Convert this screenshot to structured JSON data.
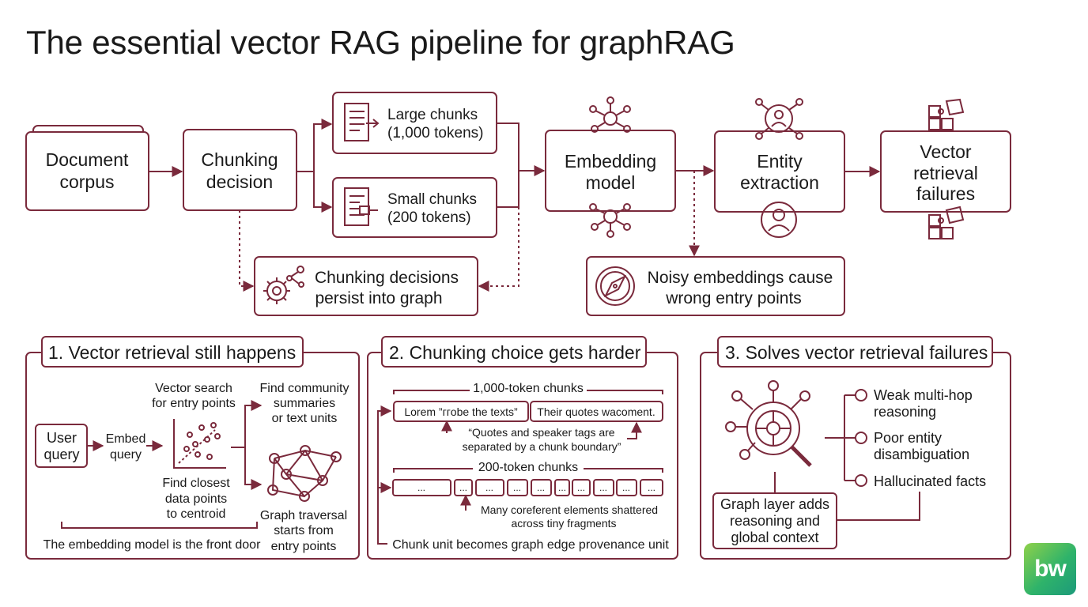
{
  "title": "The essential vector RAG pipeline for graphRAG",
  "colors": {
    "line": "#7a2a3c",
    "text": "#1a1a1a",
    "logo_start": "#8fd14a",
    "logo_end": "#1c9a7a"
  },
  "pipeline": {
    "document_corpus": [
      "Document",
      "corpus"
    ],
    "chunking_decision": [
      "Chunking",
      "decision"
    ],
    "large_chunks": [
      "Large chunks",
      "(1,000 tokens)"
    ],
    "small_chunks": [
      "Small chunks",
      "(200 tokens)"
    ],
    "embedding_model": [
      "Embedding",
      "model"
    ],
    "entity_extraction": [
      "Entity",
      "extraction"
    ],
    "vector_retrieval_failures": [
      "Vector",
      "retrieval",
      "failures"
    ],
    "chunking_persist": [
      "Chunking decisions",
      "persist into graph"
    ],
    "noisy_embeddings": [
      "Noisy embeddings cause",
      "wrong entry points"
    ]
  },
  "panel1": {
    "heading": "1. Vector retrieval still happens",
    "user_query": [
      "User",
      "query"
    ],
    "embed_query": [
      "Embed",
      "query"
    ],
    "vector_search": [
      "Vector search",
      "for entry points"
    ],
    "find_closest": [
      "Find closest",
      "data points",
      "to centroid"
    ],
    "find_community": [
      "Find community",
      "summaries",
      "or text units"
    ],
    "graph_traversal": [
      "Graph traversal",
      "starts from",
      "entry points"
    ],
    "footer": "The embedding model is the front door"
  },
  "panel2": {
    "heading": "2. Chunking choice gets harder",
    "large_label": "1,000-token chunks",
    "chunk_a": "Lorem ”ггobe the texts”",
    "chunk_b": "Their quotes wacoment.",
    "quote_note": [
      "“Quotes and speaker tags are",
      "separated by a chunk boundary”"
    ],
    "small_label": "200-token chunks",
    "ellipsis": "...",
    "shatter_note": [
      "Many coreferent elements shattered",
      "across tiny fragments"
    ],
    "footer": "Chunk unit becomes graph edge provenance unit"
  },
  "panel3": {
    "heading": "3. Solves vector retrieval failures",
    "failures": [
      [
        "Weak multi-hop",
        "reasoning"
      ],
      [
        "Poor entity",
        "disambiguation"
      ],
      [
        "Hallucinated facts"
      ]
    ],
    "graph_layer": [
      "Graph layer adds",
      "reasoning and",
      "global context"
    ]
  },
  "icons": [
    "document-list-icon",
    "document-chunk-icon",
    "network-icon",
    "user-network-icon",
    "user-circle-icon",
    "puzzle-icon",
    "gear-network-icon",
    "compass-icon",
    "scatter-plot-icon",
    "graph-icon",
    "magnifier-network-icon"
  ],
  "logo": "bw"
}
